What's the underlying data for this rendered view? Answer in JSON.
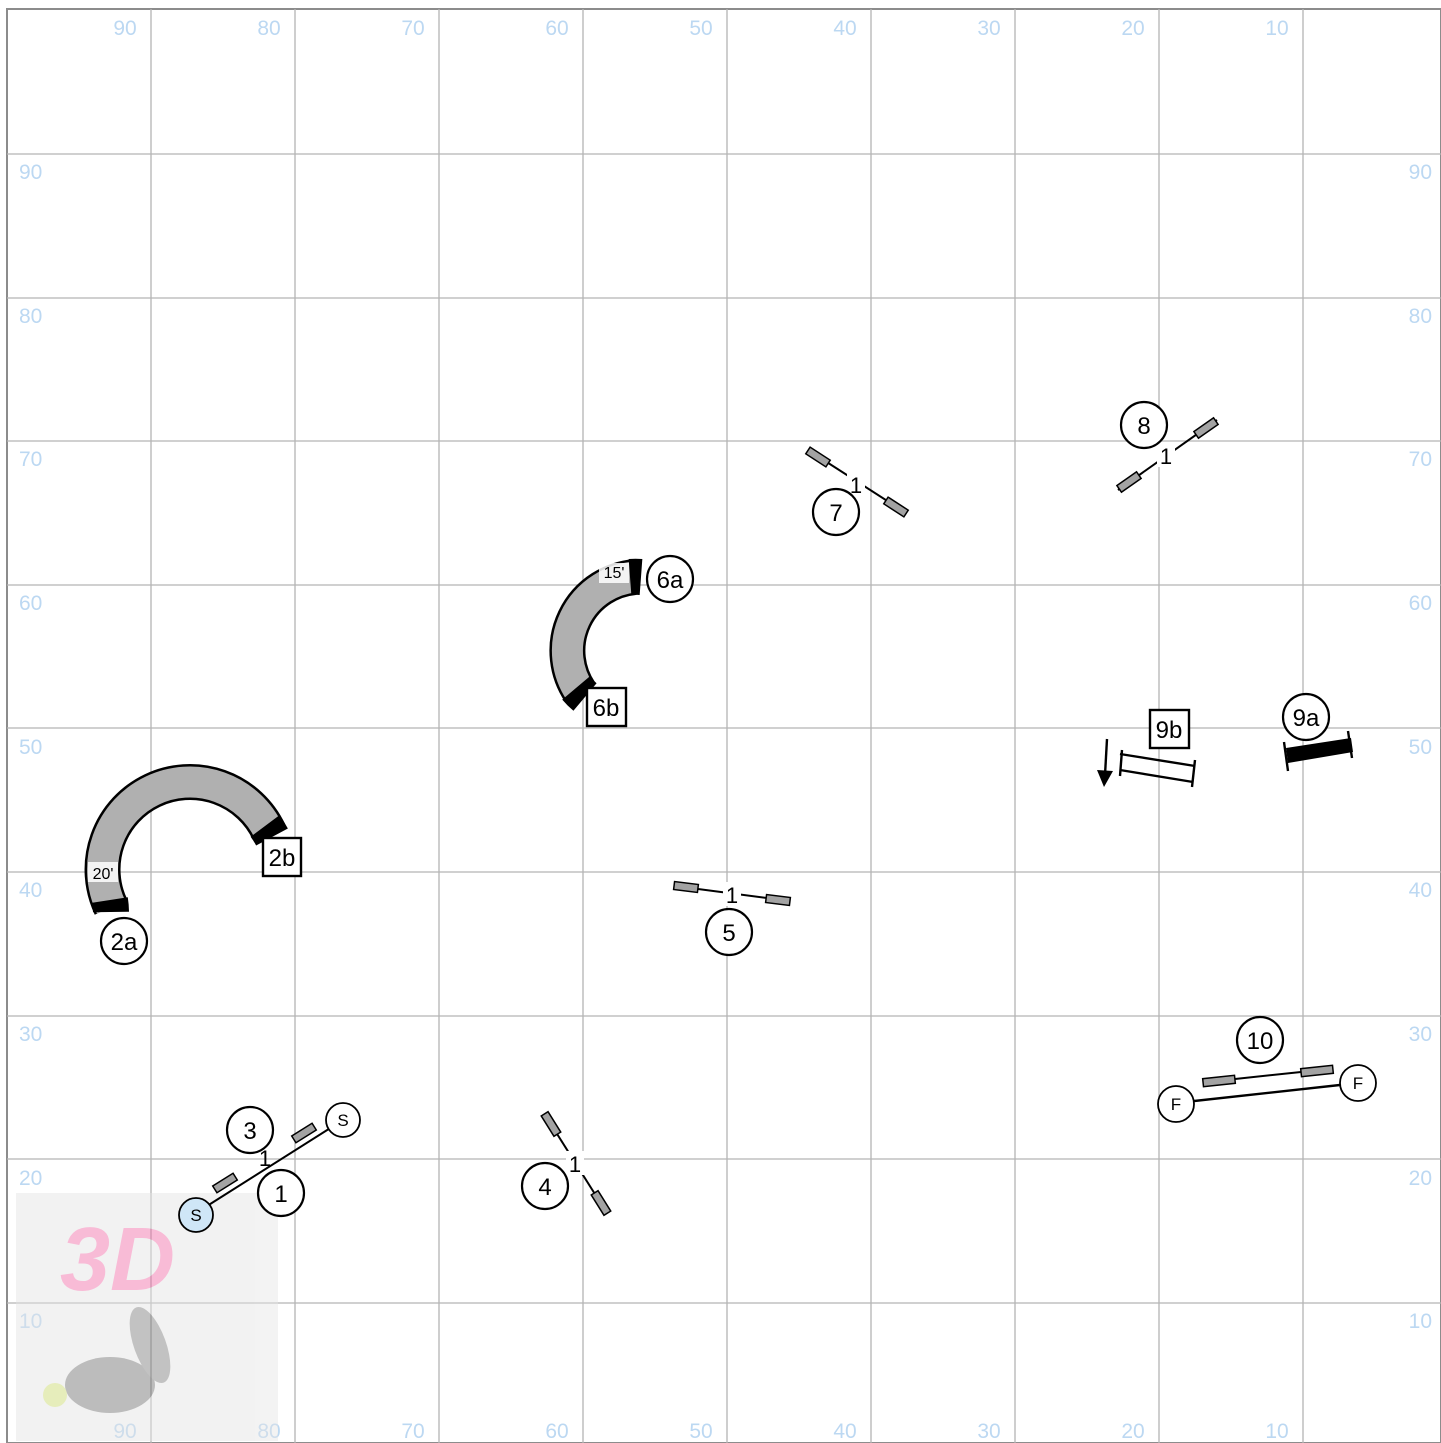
{
  "axes": {
    "top_labels": [
      "90",
      "80",
      "70",
      "60",
      "50",
      "40",
      "30",
      "20",
      "10"
    ],
    "bottom_labels": [
      "90",
      "80",
      "70",
      "60",
      "50",
      "40",
      "30",
      "20",
      "10"
    ],
    "left_labels": [
      "90",
      "80",
      "70",
      "60",
      "50",
      "40",
      "30",
      "20",
      "10"
    ],
    "right_labels": [
      "90",
      "80",
      "70",
      "60",
      "50",
      "40",
      "30",
      "20",
      "10"
    ]
  },
  "obstacles": {
    "n1": "1",
    "n3": "3",
    "n4": "4",
    "n5": "5",
    "n7": "7",
    "n8": "8",
    "n10": "10",
    "n2a": "2a",
    "n2b": "2b",
    "n6a": "6a",
    "n6b": "6b",
    "n9a": "9a",
    "n9b": "9b"
  },
  "jump_heights": {
    "j1": "1",
    "j4": "1",
    "j5": "1",
    "j7": "1",
    "j8": "1"
  },
  "tunnel_lengths": {
    "t2": "20'",
    "t6": "15'"
  },
  "markers": {
    "start": "S",
    "finish": "F"
  },
  "colors": {
    "axis_labels": "#bcd8f2",
    "grid": "#b4b4b4",
    "tunnel": "#b0b0b0",
    "wing": "#a3a3a3",
    "start_marker": "#cfe6f7"
  }
}
